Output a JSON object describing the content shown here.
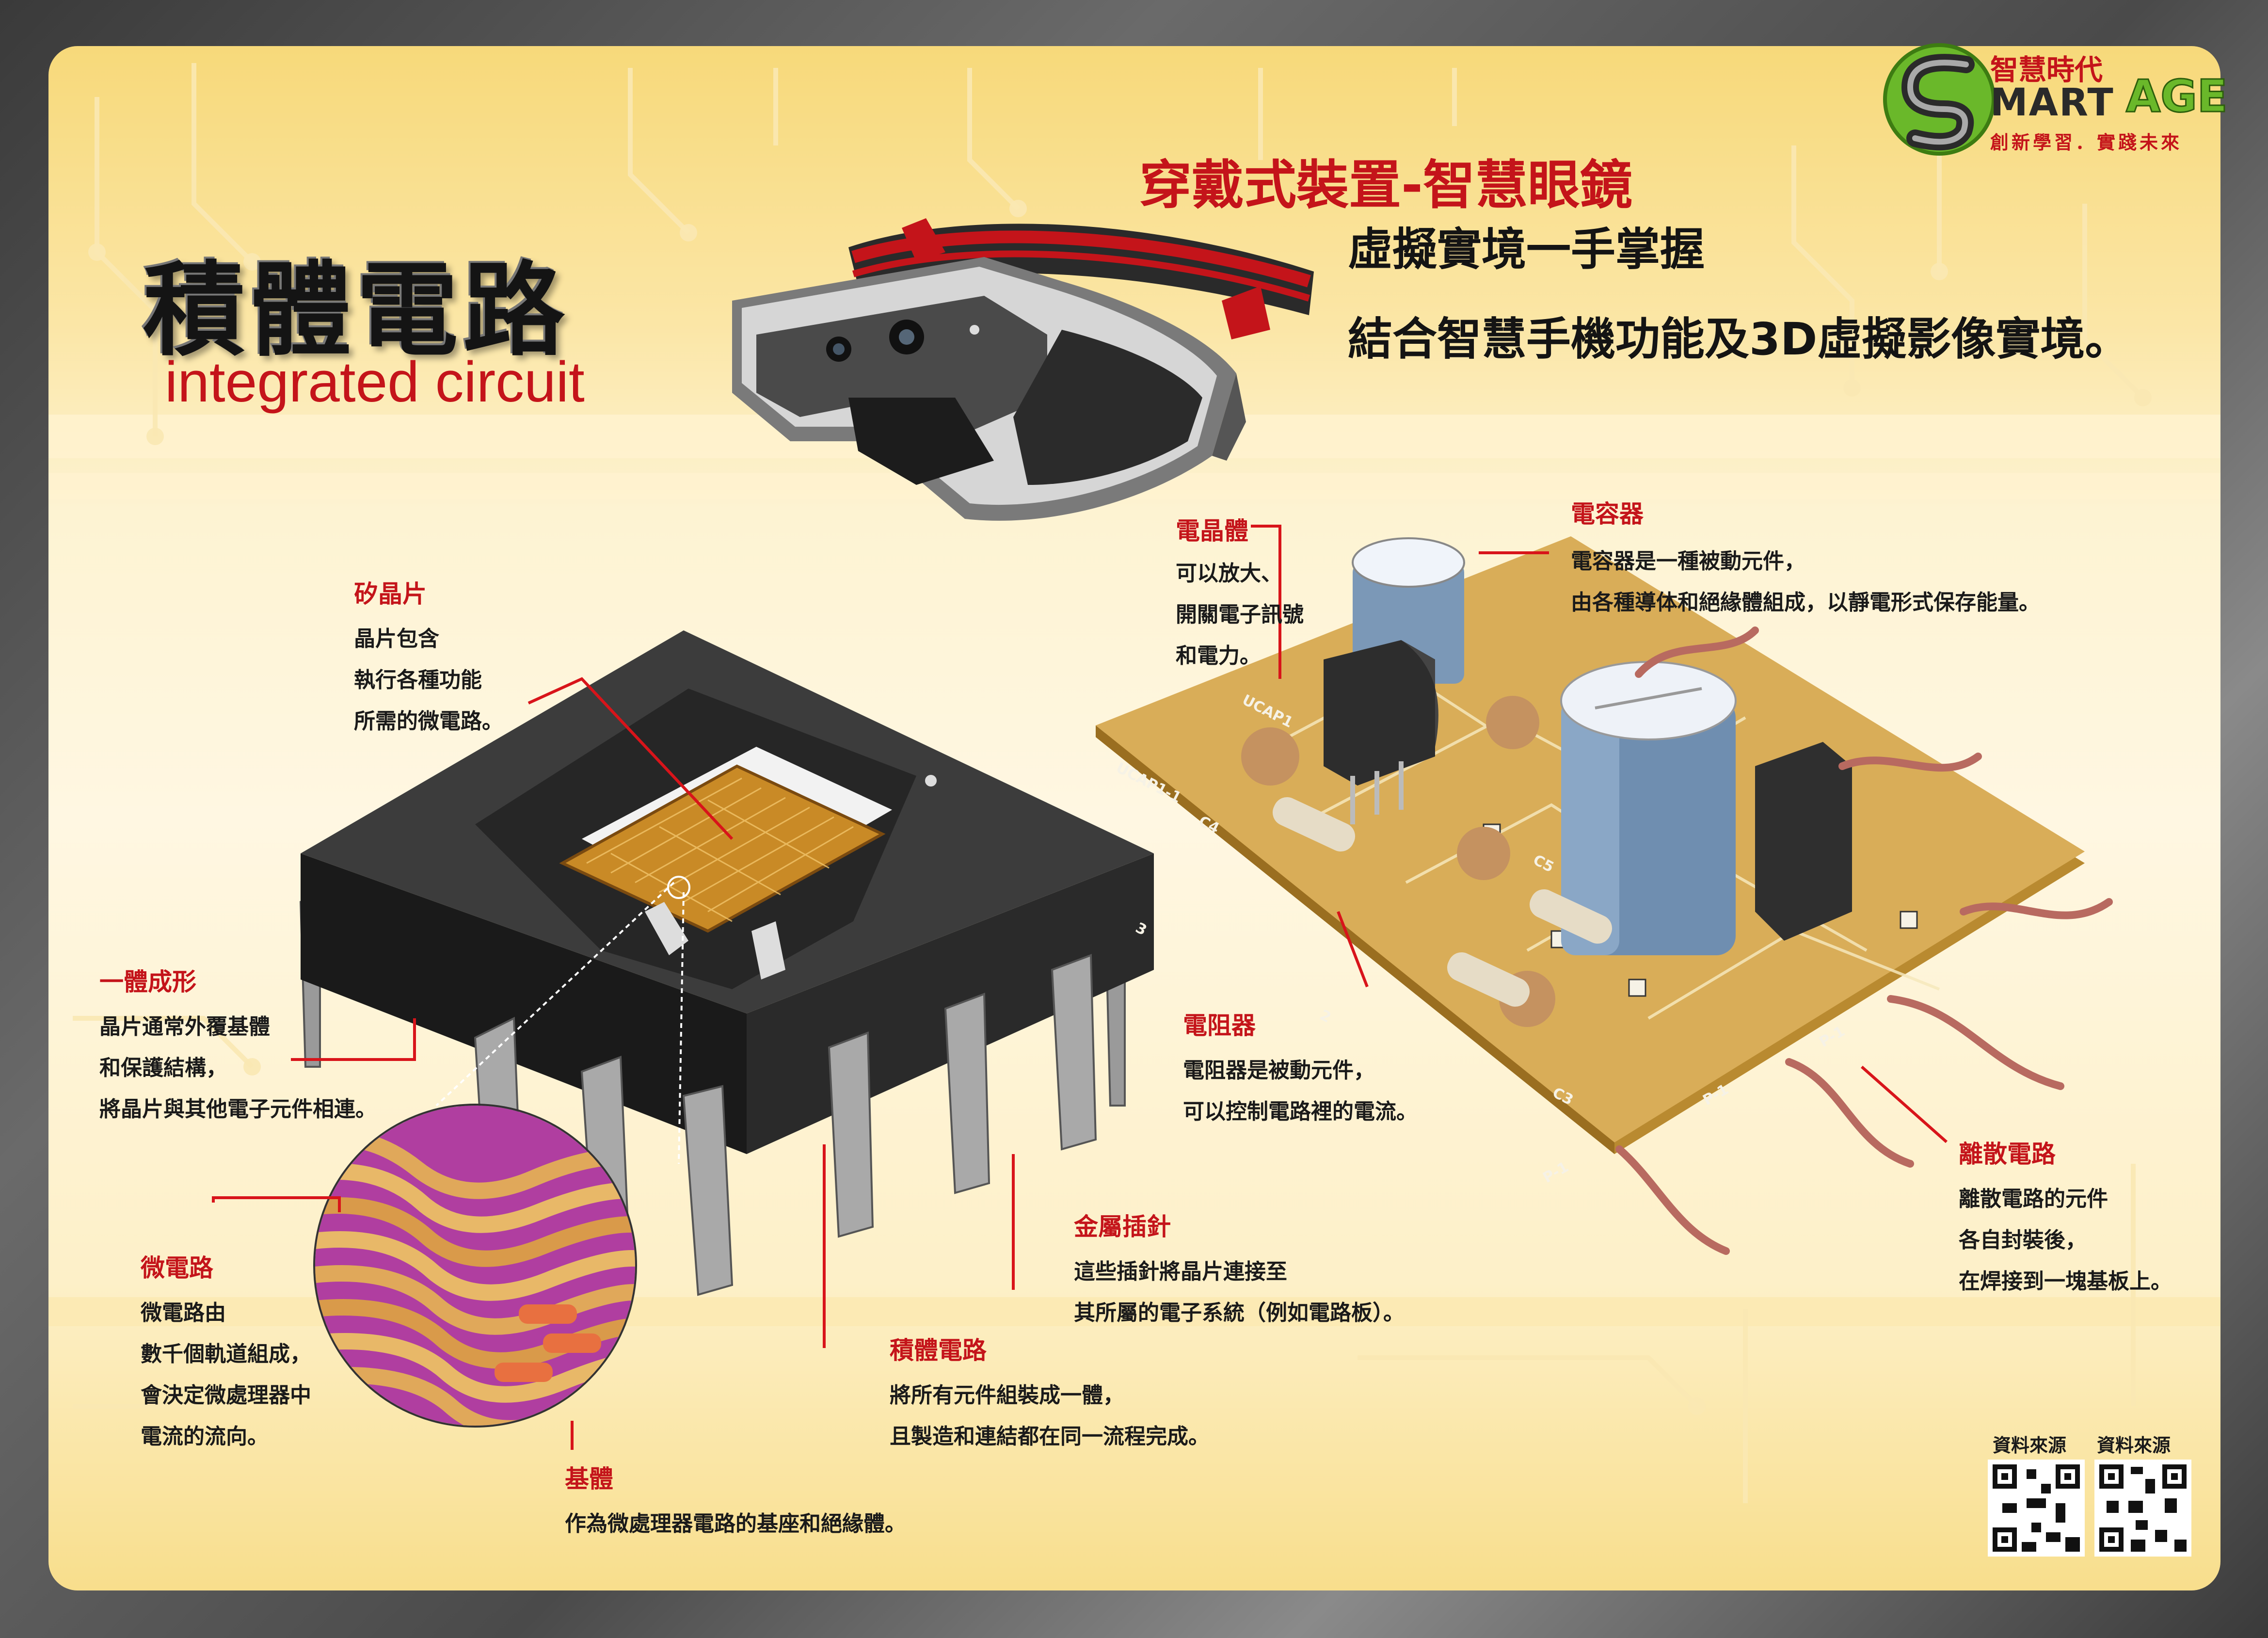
{
  "title": {
    "zh": "積體電路",
    "en": "integrated circuit"
  },
  "brand": {
    "top": "智慧時代",
    "s": "S",
    "mart": "MART",
    "age": "AGE",
    "slogan": "創新學習．實踐未來",
    "accent_color": "#c4141a",
    "green": "#6ab82a"
  },
  "feature": {
    "heading": "穿戴式裝置-智慧眼鏡",
    "line1": "虛擬實境一手掌握",
    "line2": "結合智慧手機功能及3D虛擬影像實境。"
  },
  "labels": {
    "silicon": {
      "title": "矽晶片",
      "lines": [
        "晶片包含",
        "執行各種功能",
        "所需的微電路。"
      ]
    },
    "molded": {
      "title": "一體成形",
      "lines": [
        "晶片通常外覆基體",
        "和保護結構，",
        "將晶片與其他電子元件相連。"
      ]
    },
    "microcircuit": {
      "title": "微電路",
      "lines": [
        "微電路由",
        "數千個軌道組成，",
        "會決定微處理器中",
        "電流的流向。"
      ]
    },
    "substrate": {
      "title": "基體",
      "lines": [
        "作為微處理器電路的基座和絕緣體。"
      ]
    },
    "ic": {
      "title": "積體電路",
      "lines": [
        "將所有元件組裝成一體，",
        "且製造和連結都在同一流程完成。"
      ]
    },
    "pins": {
      "title": "金屬插針",
      "lines": [
        "這些插針將晶片連接至",
        "其所屬的電子系統（例如電路板）。"
      ]
    },
    "transistor": {
      "title": "電晶體",
      "lines": [
        "可以放大、",
        "開關電子訊號",
        "和電力。"
      ]
    },
    "capacitor": {
      "title": "電容器",
      "lines": [
        "電容器是一種被動元件，",
        "由各種導体和絕緣體組成，以靜電形式保存能量。"
      ]
    },
    "resistor": {
      "title": "電阻器",
      "lines": [
        "電阻器是被動元件，",
        "可以控制電路裡的電流。"
      ]
    },
    "discrete": {
      "title": "離散電路",
      "lines": [
        "離散電路的元件",
        "各自封裝後，",
        "在焊接到一塊基板上。"
      ]
    }
  },
  "sources": [
    "資料來源",
    "資料來源"
  ],
  "pcb_marks": [
    "UCAP1-1",
    "UCAP1",
    "C4",
    "C5",
    "C3",
    "P-1",
    "P-1",
    "P-1",
    "3",
    "2"
  ]
}
